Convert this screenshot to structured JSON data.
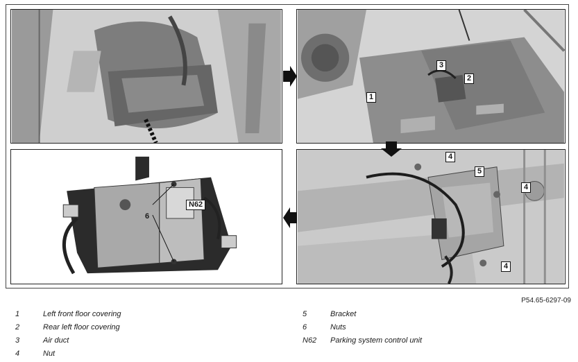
{
  "figure_ref": "P54.65-6297-09",
  "callouts": {
    "c1": "1",
    "c2": "2",
    "c3": "3",
    "c4a": "4",
    "c4b": "4",
    "c4c": "4",
    "c5": "5",
    "c6": "6",
    "cN62": "N62"
  },
  "legend_left": [
    {
      "key": "1",
      "text": "Left front floor covering"
    },
    {
      "key": "2",
      "text": "Rear left floor covering"
    },
    {
      "key": "3",
      "text": "Air duct"
    },
    {
      "key": "4",
      "text": "Nut"
    }
  ],
  "legend_right": [
    {
      "key": "5",
      "text": "Bracket"
    },
    {
      "key": "6",
      "text": "Nuts"
    },
    {
      "key": "N62",
      "text": "Parking system control unit"
    }
  ]
}
